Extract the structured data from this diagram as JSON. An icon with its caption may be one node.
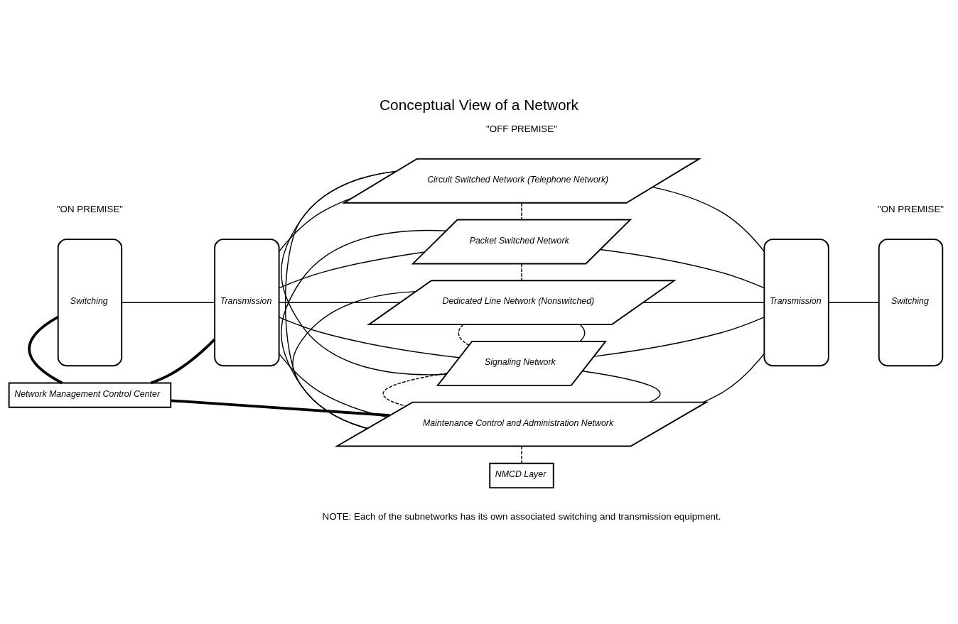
{
  "diagram": {
    "title": "Conceptual View of a Network",
    "nodes": [
      {
        "text": [
          "Switching"
        ]
      },
      {
        "text": [
          "Transmission"
        ]
      },
      {
        "text": [
          "Circuit Switched Network (Telephone Network)"
        ]
      },
      {
        "text": [
          "Packet Switched Network"
        ]
      },
      {
        "text": [
          "Dedicated Line Network (Nonswitched)"
        ]
      },
      {
        "text": [
          "Signaling Network"
        ]
      },
      {
        "text": [
          "Maintenance Control and Administration Network"
        ]
      },
      {
        "text": [
          "NMCD Layer"
        ]
      },
      {
        "text": [
          "Network Management Control Center"
        ]
      },
      {
        "text": [
          "Transmission"
        ]
      },
      {
        "text": [
          "Switching"
        ]
      }
    ],
    "edges": [
      {
        "from": 0,
        "to": 1,
        "arrow": "none"
      },
      {
        "from": 1,
        "to": 2,
        "arrow": "none"
      },
      {
        "from": 1,
        "to": 3,
        "arrow": "none"
      },
      {
        "from": 1,
        "to": 4,
        "arrow": "none"
      },
      {
        "from": 1,
        "to": 5,
        "arrow": "none"
      },
      {
        "from": 1,
        "to": 6,
        "arrow": "none"
      },
      {
        "from": 2,
        "to": 9,
        "arrow": "none"
      },
      {
        "from": 3,
        "to": 9,
        "arrow": "none"
      },
      {
        "from": 4,
        "to": 9,
        "arrow": "none"
      },
      {
        "from": 5,
        "to": 9,
        "arrow": "none"
      },
      {
        "from": 6,
        "to": 9,
        "arrow": "none"
      },
      {
        "from": 9,
        "to": 10,
        "arrow": "none"
      },
      {
        "from": 0,
        "to": 8,
        "arrow": "none",
        "style": "thick"
      },
      {
        "from": 1,
        "to": 8,
        "arrow": "none",
        "style": "thick"
      },
      {
        "from": 6,
        "to": 8,
        "arrow": "none",
        "style": "thick"
      },
      {
        "from": 6,
        "to": 2,
        "arrow": "none"
      },
      {
        "from": 6,
        "to": 3,
        "arrow": "none"
      },
      {
        "from": 6,
        "to": 4,
        "arrow": "none"
      },
      {
        "from": 5,
        "to": 2,
        "arrow": "none"
      },
      {
        "from": 5,
        "to": 4,
        "arrow": "none"
      },
      {
        "from": 5,
        "to": 6,
        "arrow": "none"
      },
      {
        "from": 2,
        "to": 3,
        "arrow": "none",
        "style": "dashed"
      },
      {
        "from": 3,
        "to": 4,
        "arrow": "none",
        "style": "dashed"
      },
      {
        "from": 4,
        "to": 5,
        "arrow": "none",
        "style": "dashed"
      },
      {
        "from": 5,
        "to": 6,
        "arrow": "none",
        "style": "dashed"
      },
      {
        "from": 6,
        "to": 7,
        "arrow": "none",
        "style": "dashed"
      }
    ],
    "labels": [
      "\"ON PREMISE\"",
      "\"OFF PREMISE\"",
      "\"ON PREMISE\"",
      "NOTE: Each of the subnetworks has its own associated switching and transmission equipment."
    ]
  }
}
